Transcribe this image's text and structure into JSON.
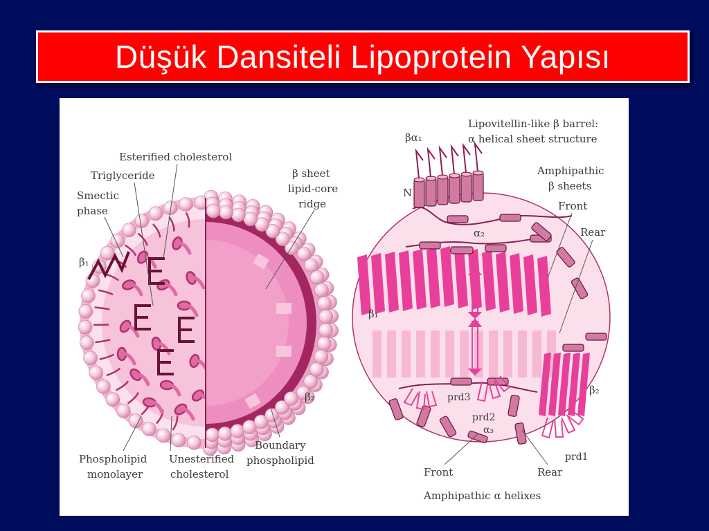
{
  "slide": {
    "title": "Düşük Dansiteli Lipoprotein Yapısı"
  },
  "figure": {
    "left": {
      "esterified_cholesterol": "Esterified cholesterol",
      "triglyceride": "Triglyceride",
      "smectic_1": "Smectic",
      "smectic_2": "phase",
      "beta1": "β₁",
      "beta_sheet_1": "β sheet",
      "beta_sheet_2": "lipid-core",
      "beta_sheet_3": "ridge",
      "beta2": "β₂",
      "phospholipid_1": "Phospholipid",
      "phospholipid_2": "monolayer",
      "unesterified_1": "Unesterified",
      "unesterified_2": "cholesterol",
      "boundary_1": "Boundary",
      "boundary_2": "phospholipid"
    },
    "right": {
      "lipovitellin_1": "Lipovitellin-like β barrel:",
      "lipovitellin_2": "α helical sheet structure",
      "beta_alpha1": "βα₁",
      "n_term": "N",
      "amphipathic_beta_1": "Amphipathic",
      "amphipathic_beta_2": "β sheets",
      "front_top": "Front",
      "rear_top": "Rear",
      "alpha2": "α₂",
      "beta1": "β₁",
      "beta2": "β₂",
      "prd3": "prd3",
      "prd2": "prd2",
      "alpha3": "α₃",
      "prd1": "prd1",
      "front_bottom": "Front",
      "rear_bottom": "Rear",
      "amphipathic_alpha": "Amphipathic α helixes"
    }
  },
  "colors": {
    "background": "#000c5c",
    "title_bar": "#ff0000",
    "title_text": "#ffffff",
    "core_pink": "#f08cbf",
    "dark_pink": "#b0306c",
    "magenta": "#e8409a",
    "light_pink": "#f7c6dc",
    "bead": "#f5c8dc"
  }
}
